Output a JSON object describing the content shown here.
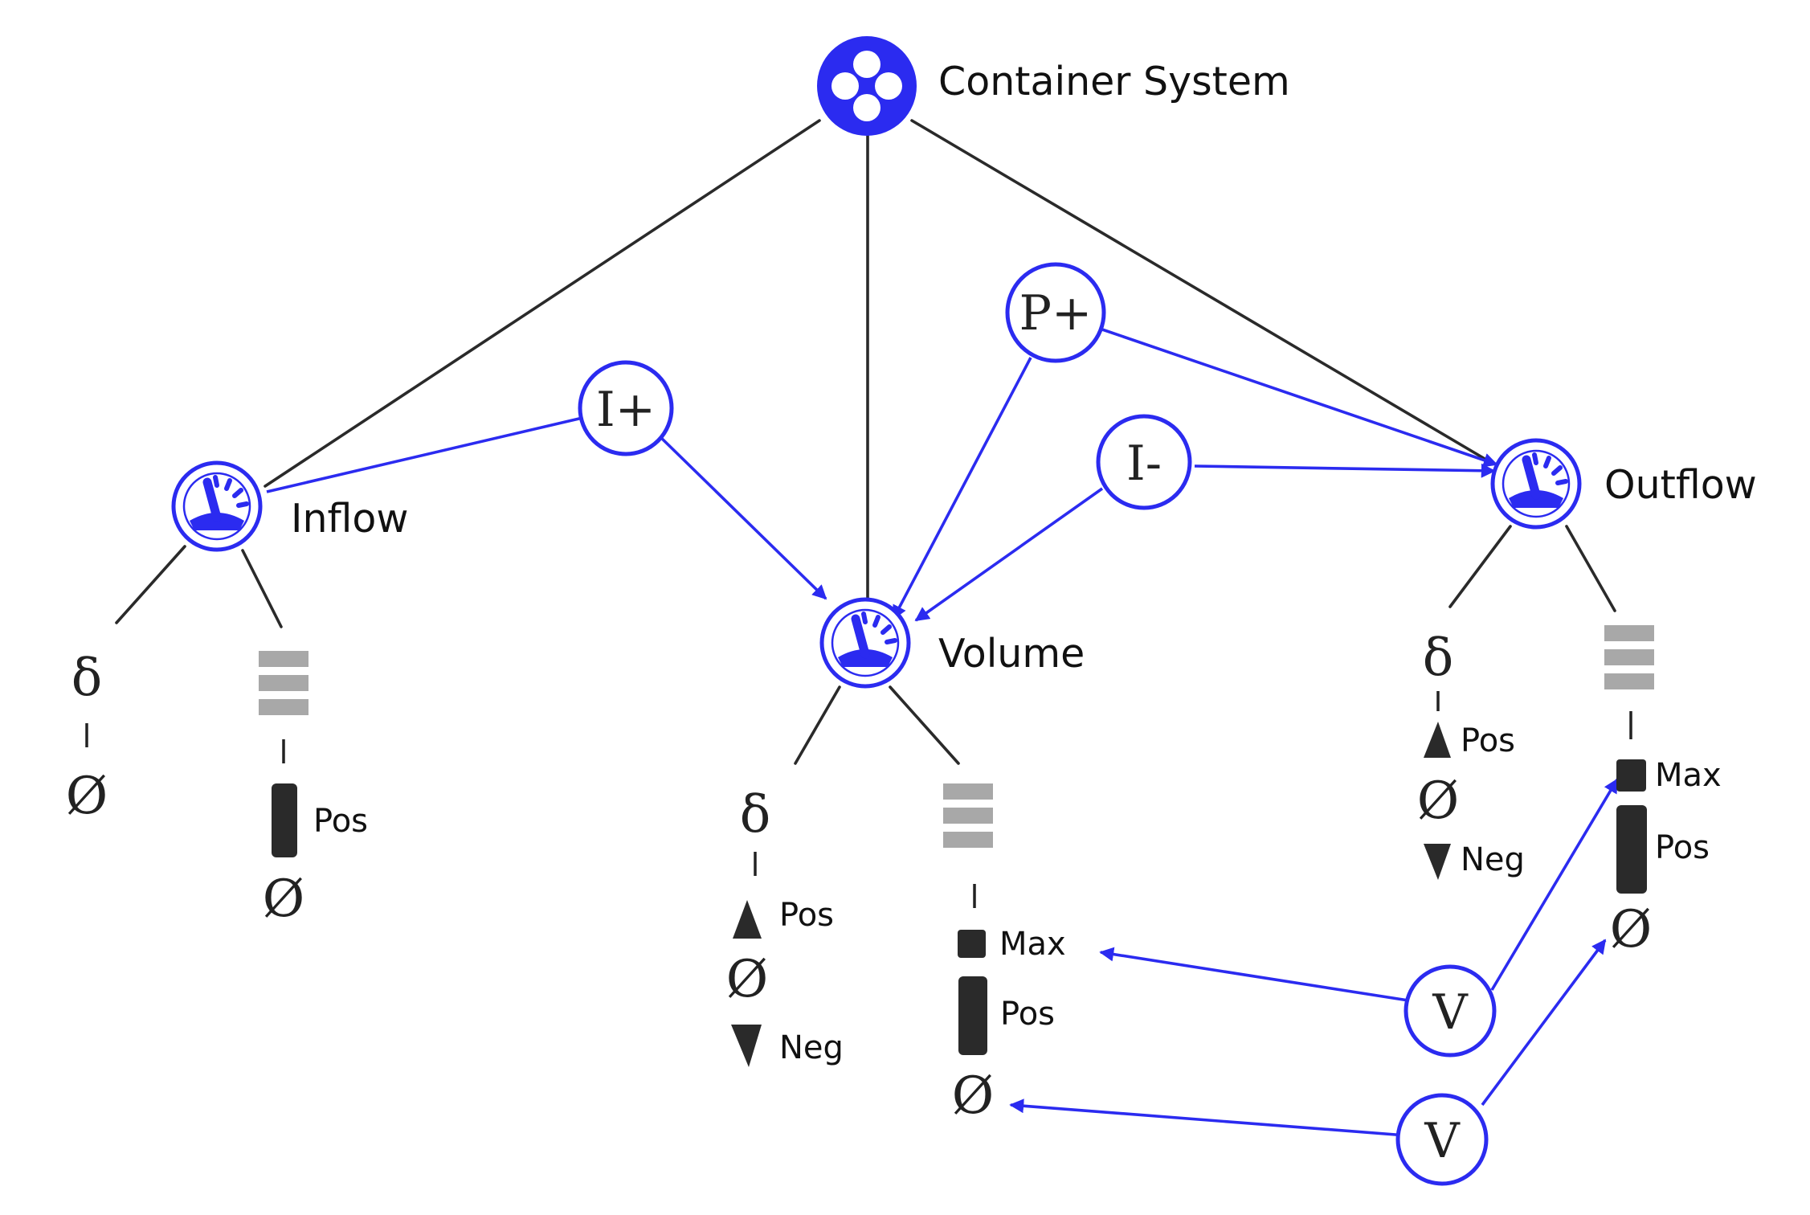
{
  "root": {
    "label": "Container System"
  },
  "quantities": {
    "inflow": {
      "label": "Inflow"
    },
    "volume": {
      "label": "Volume"
    },
    "outflow": {
      "label": "Outflow"
    }
  },
  "relations": {
    "i_plus": "I+",
    "i_minus": "I-",
    "p_plus": "P+",
    "v1": "V",
    "v2": "V"
  },
  "derivative_symbol": "δ",
  "zero_symbol": "Ø",
  "spaces": {
    "inflow_derivative": [
      "Ø"
    ],
    "inflow_magnitude": [
      "Pos",
      "Ø"
    ],
    "volume_derivative": [
      "Pos",
      "Ø",
      "Neg"
    ],
    "volume_magnitude": [
      "Max",
      "Pos",
      "Ø"
    ],
    "outflow_derivative": [
      "Pos",
      "Ø",
      "Neg"
    ],
    "outflow_magnitude": [
      "Max",
      "Pos",
      "Ø"
    ]
  },
  "colors": {
    "accent": "#2b2bf0",
    "ink": "#222222",
    "gray": "#a8a8a8"
  }
}
